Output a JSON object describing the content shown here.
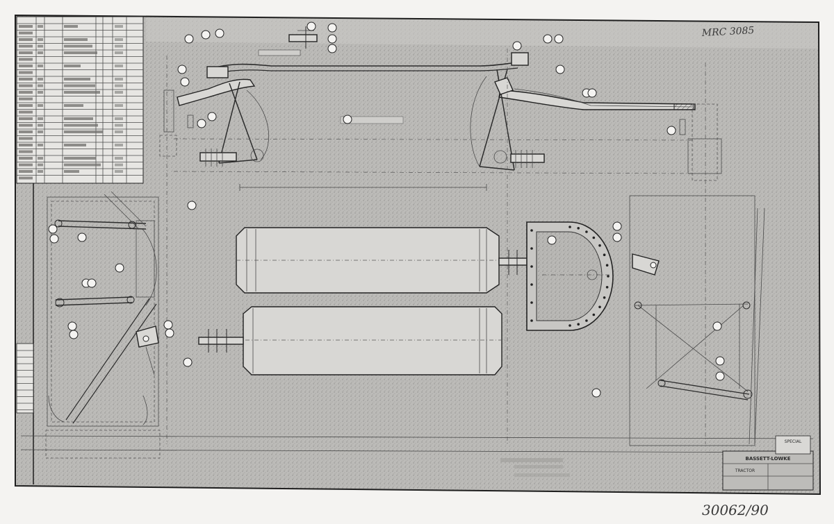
{
  "drawing": {
    "stamp_top_right": "MRC 3085",
    "handwritten_bottom": "30062/90"
  },
  "title_block": {
    "stamp_text": "SPECIAL",
    "company_label": "BASSETT-LOWKE",
    "title_lines": [
      "TRACTOR"
    ]
  }
}
